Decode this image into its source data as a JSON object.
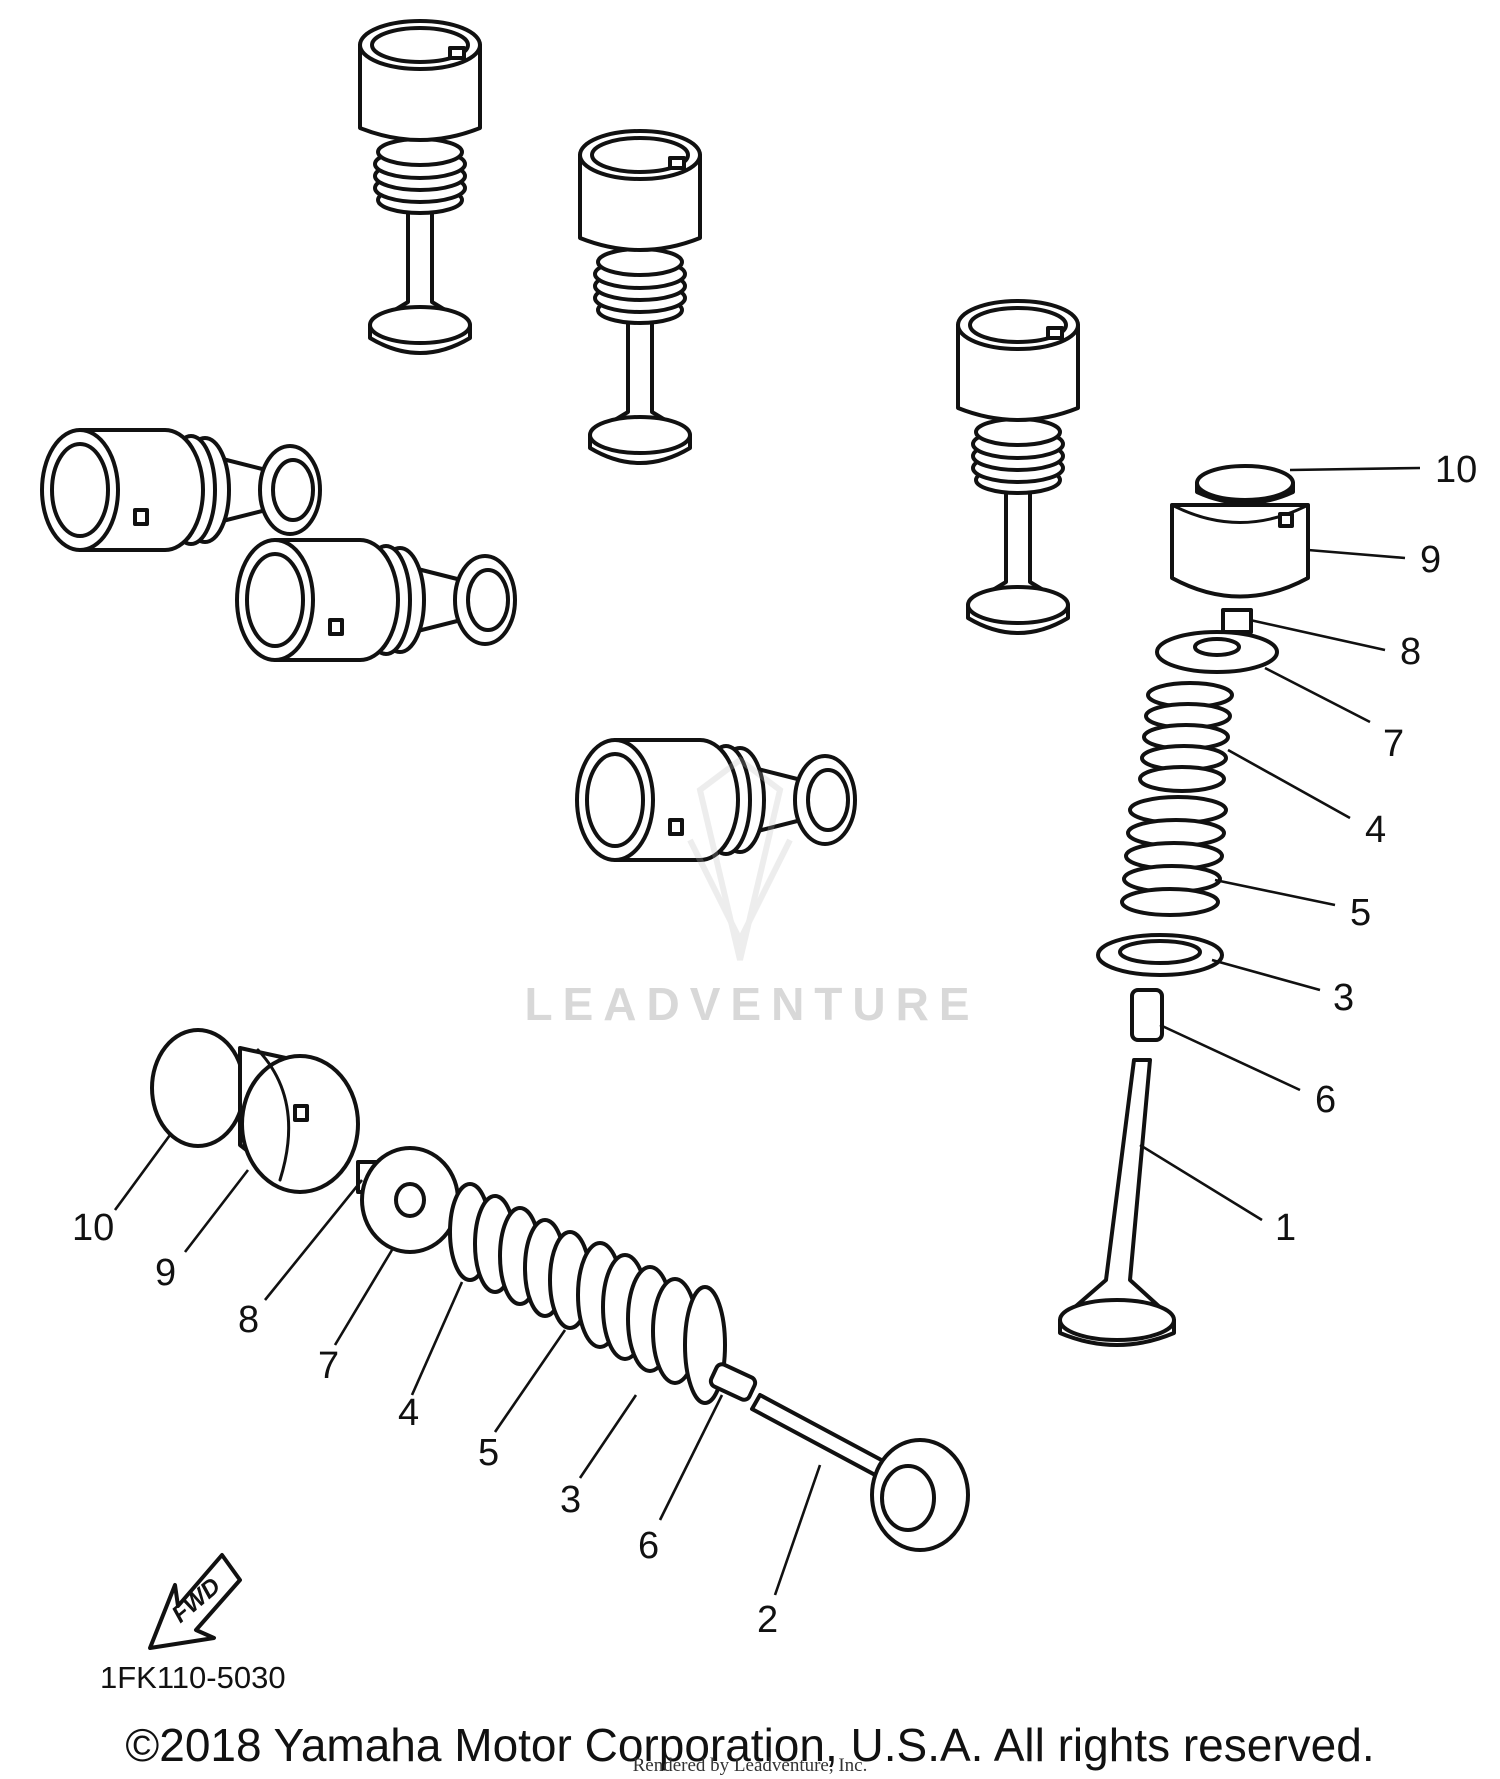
{
  "diagram": {
    "callouts_right": [
      {
        "id": "callout-right-10",
        "label": "10"
      },
      {
        "id": "callout-right-9",
        "label": "9"
      },
      {
        "id": "callout-right-8",
        "label": "8"
      },
      {
        "id": "callout-right-7",
        "label": "7"
      },
      {
        "id": "callout-right-4",
        "label": "4"
      },
      {
        "id": "callout-right-5",
        "label": "5"
      },
      {
        "id": "callout-right-3",
        "label": "3"
      },
      {
        "id": "callout-right-6",
        "label": "6"
      },
      {
        "id": "callout-right-1",
        "label": "1"
      }
    ],
    "callouts_left": [
      {
        "id": "callout-left-10",
        "label": "10"
      },
      {
        "id": "callout-left-9",
        "label": "9"
      },
      {
        "id": "callout-left-8",
        "label": "8"
      },
      {
        "id": "callout-left-7",
        "label": "7"
      },
      {
        "id": "callout-left-4",
        "label": "4"
      },
      {
        "id": "callout-left-5",
        "label": "5"
      },
      {
        "id": "callout-left-3",
        "label": "3"
      },
      {
        "id": "callout-left-6",
        "label": "6"
      },
      {
        "id": "callout-left-2",
        "label": "2"
      }
    ],
    "fwd_label": "FWD",
    "watermark": "LEADVENTURE",
    "diagram_code": "1FK110-5030"
  },
  "footer": {
    "copyright": "©2018 Yamaha Motor Corporation, U.S.A. All rights reserved.",
    "rendered_by": "Rendered by Leadventure, Inc."
  }
}
